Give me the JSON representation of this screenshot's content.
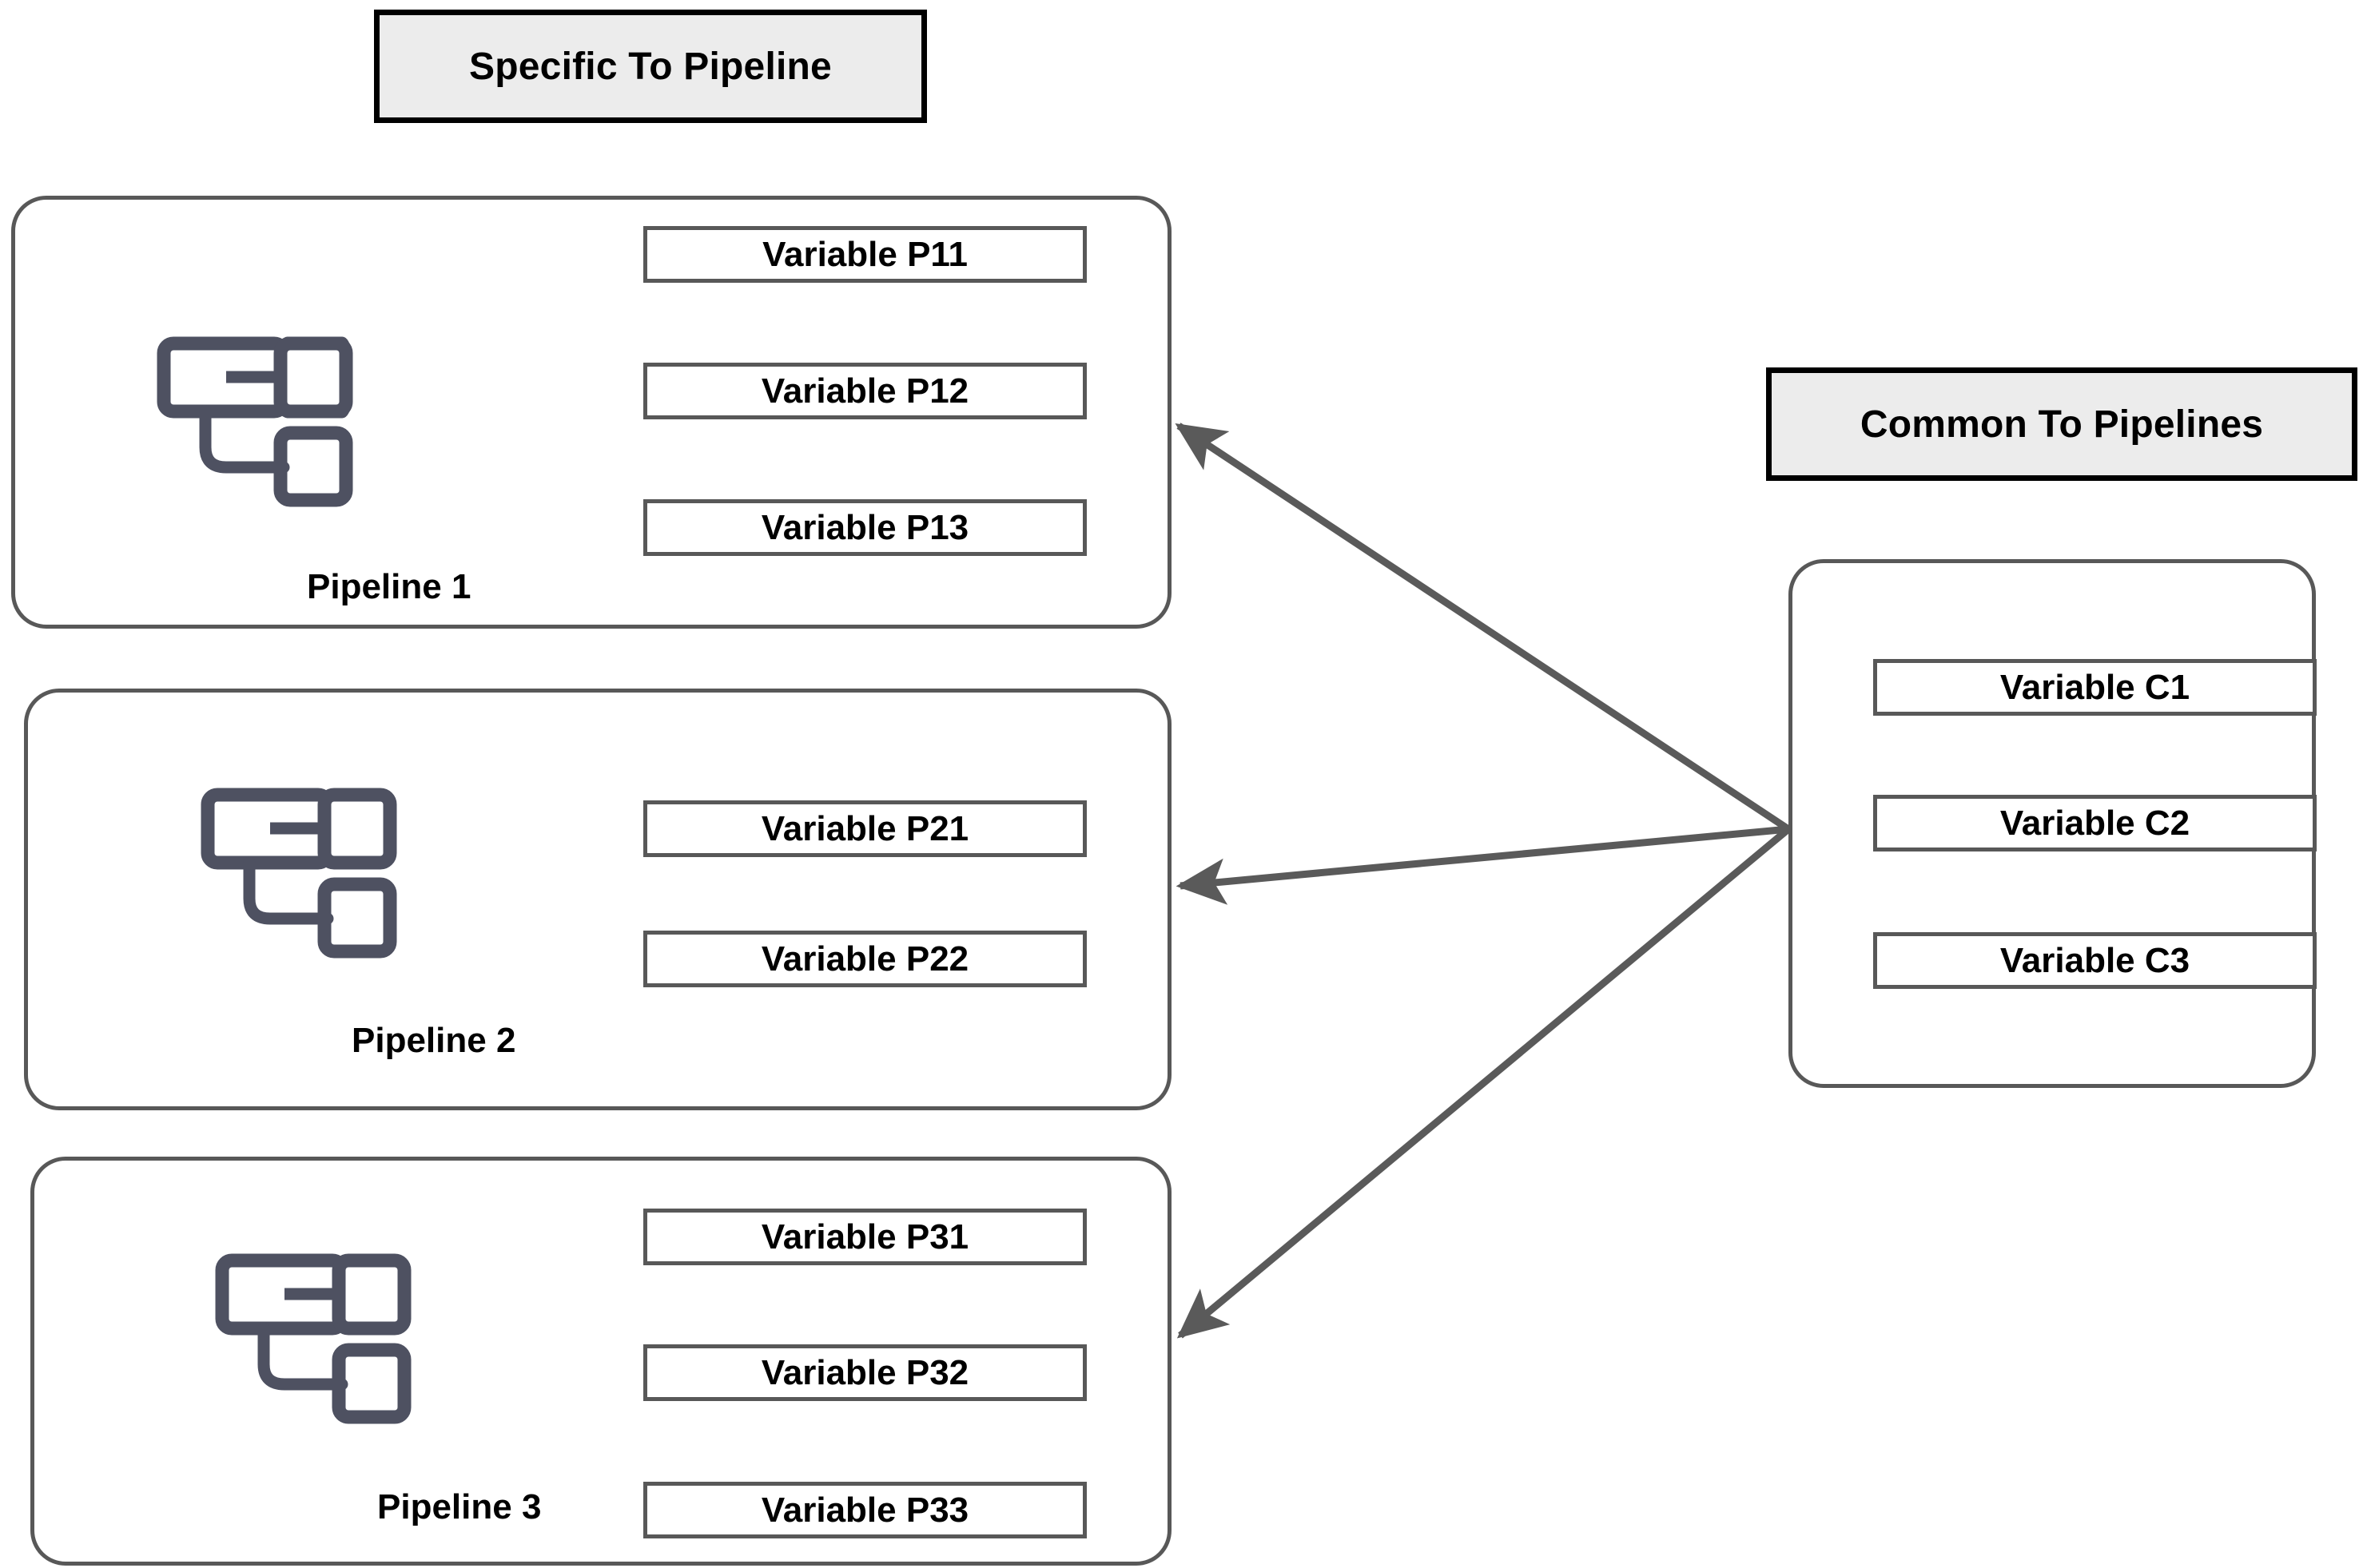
{
  "headers": {
    "specific": "Specific To Pipeline",
    "common": "Common To Pipelines"
  },
  "pipelines": [
    {
      "label": "Pipeline 1",
      "icon": "pipeline-flow-icon",
      "variables": [
        "Variable P11",
        "Variable P12",
        "Variable P13"
      ]
    },
    {
      "label": "Pipeline 2",
      "icon": "pipeline-flow-icon",
      "variables": [
        "Variable P21",
        "Variable P22"
      ]
    },
    {
      "label": "Pipeline 3",
      "icon": "pipeline-flow-icon",
      "variables": [
        "Variable P31",
        "Variable P32",
        "Variable P33"
      ]
    }
  ],
  "common_panel": {
    "variables": [
      "Variable C1",
      "Variable C2",
      "Variable C3"
    ]
  },
  "arrows": [
    {
      "name": "arrow-common-to-pipeline-1",
      "from": "common-panel",
      "to": "pipeline-1"
    },
    {
      "name": "arrow-common-to-pipeline-2",
      "from": "common-panel",
      "to": "pipeline-2"
    },
    {
      "name": "arrow-common-to-pipeline-3",
      "from": "common-panel",
      "to": "pipeline-3"
    }
  ],
  "colors": {
    "panel_border": "#585858",
    "box_border": "#585858",
    "header_border": "#000000",
    "header_fill": "#ececec",
    "arrow": "#5a5a5a",
    "icon": "#4e5161",
    "background": "#ffffff",
    "text": "#000000"
  }
}
